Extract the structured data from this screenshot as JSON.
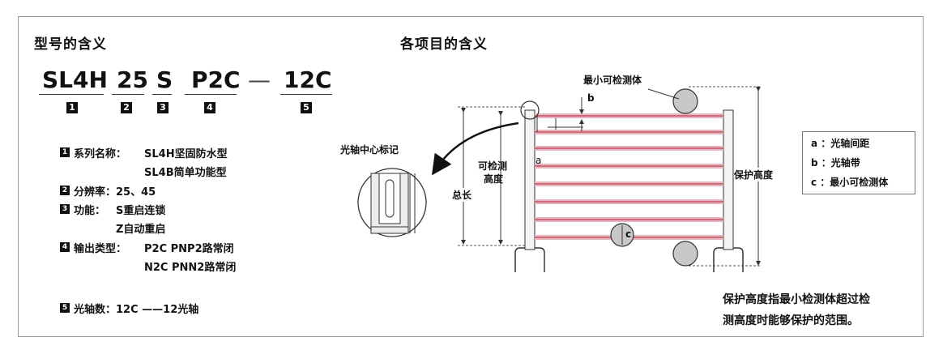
{
  "headings": {
    "model_meaning": "型号的含义",
    "item_meaning": "各项目的含义"
  },
  "model": {
    "parts": [
      "SL4H",
      "25",
      "S",
      "P2C",
      "12C"
    ],
    "dash": "—",
    "indices": [
      "1",
      "2",
      "3",
      "4",
      "5"
    ]
  },
  "descriptions": {
    "series": {
      "num": "1",
      "label": "系列名称：",
      "value1": "SL4H坚固防水型",
      "value2": "SL4B简单功能型"
    },
    "resolution": {
      "num": "2",
      "text": "分辨率：25、45"
    },
    "function": {
      "num": "3",
      "label": "功能：",
      "value1": "S重启连锁",
      "value2": "Z自动重启"
    },
    "output": {
      "num": "4",
      "label": "输出类型：",
      "value1": "P2C PNP2路常闭",
      "value2": "N2C PNN2路常闭"
    },
    "axes": {
      "num": "5",
      "text": "光轴数：12C ——12光轴"
    }
  },
  "diagram": {
    "min_object_label": "最小可检测体",
    "center_mark_label": "光轴中心标记",
    "detect_height_line1": "可检测",
    "detect_height_line2": "高度",
    "total_length_label": "总长",
    "protect_height_label": "保护高度",
    "label_a": "a",
    "label_b": "b",
    "label_c": "c"
  },
  "legend": {
    "a": "a ：光轴间距",
    "b": "b ：光轴带",
    "c": "c ：最小可检测体"
  },
  "note": {
    "line1": "保护高度指最小检测体超过检",
    "line2": "测高度时能够保护的范围。"
  },
  "colors": {
    "beam_band": "#e7b5bd",
    "beam_line": "#b9273a",
    "object_fill": "#c8c8c8"
  }
}
